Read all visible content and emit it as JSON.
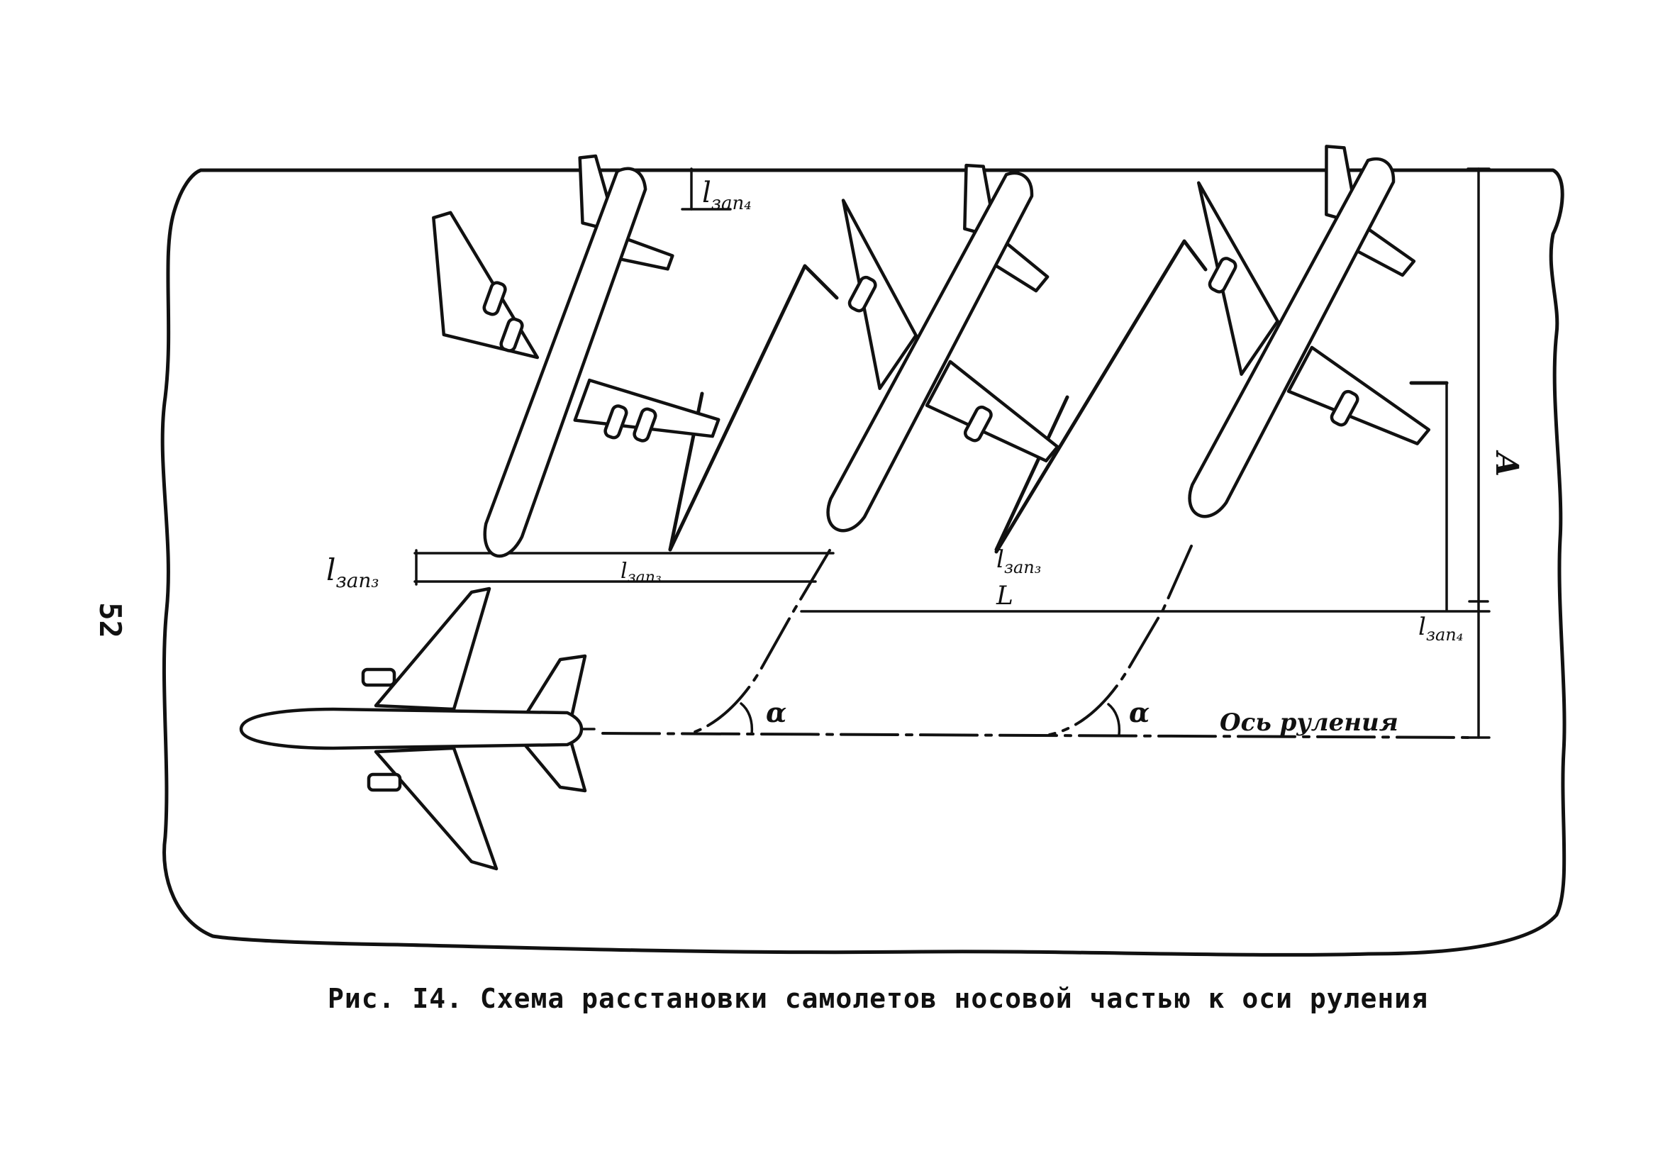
{
  "page_number": "52",
  "caption": "Рис. I4. Схема расстановки самолетов носовой частью к оси руления",
  "labels": {
    "l_top": "l",
    "l_top_sub": "зап₄",
    "l_left": "l",
    "l_left_sub": "зап₃",
    "l_mid1": "l",
    "l_mid1_sub": "зап₃",
    "l_mid2": "l",
    "l_mid2_sub": "зап₃",
    "l_right": "l",
    "l_right_sub": "зап₄",
    "L": "L",
    "A": "A",
    "alpha1": "α",
    "alpha2": "α",
    "axis": "Ось руления"
  },
  "colors": {
    "ink": "#111111",
    "paper": "#ffffff"
  }
}
